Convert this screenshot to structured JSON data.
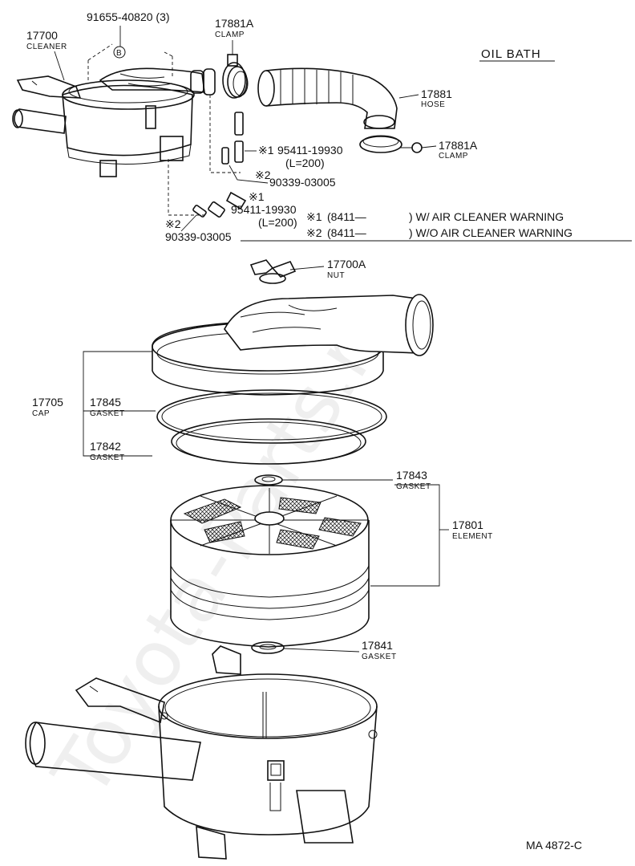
{
  "diagram": {
    "heading": "OIL BATH",
    "code": "MA 4872-C",
    "watermark": "Toyota-Parts.ru",
    "labels": {
      "p91655": "91655-40820 (3)",
      "p17700": "17700",
      "p17700_name": "CLEANER",
      "p17881A_top": "17881A",
      "p17881A_top_name": "CLAMP",
      "p17881": "17881",
      "p17881_name": "HOSE",
      "p17881A_right": "17881A",
      "p17881A_right_name": "CLAMP",
      "mark1_a": "※1",
      "p95411_a": "95411-19930",
      "l200_a": "(L=200)",
      "mark2_a": "※2",
      "p90339_a": "90339-03005",
      "mark1_b": "※1",
      "p95411_b": "95411-19930",
      "l200_b": "(L=200)",
      "mark2_b": "※2",
      "p90339_b": "90339-03005",
      "circle_b": "B",
      "p17700A": "17700A",
      "p17700A_name": "NUT",
      "p17705": "17705",
      "p17705_name": "CAP",
      "p17845": "17845",
      "p17845_name": "GASKET",
      "p17842": "17842",
      "p17842_name": "GASKET",
      "p17843": "17843",
      "p17843_name": "GASKET",
      "p17801": "17801",
      "p17801_name": "ELEMENT",
      "p17841": "17841",
      "p17841_name": "GASKET"
    },
    "notes": [
      {
        "mark": "※1",
        "range": "(8411—",
        "text": ") W/ AIR CLEANER WARNING"
      },
      {
        "mark": "※2",
        "range": "(8411—",
        "text": ") W/O AIR CLEANER WARNING"
      }
    ]
  }
}
